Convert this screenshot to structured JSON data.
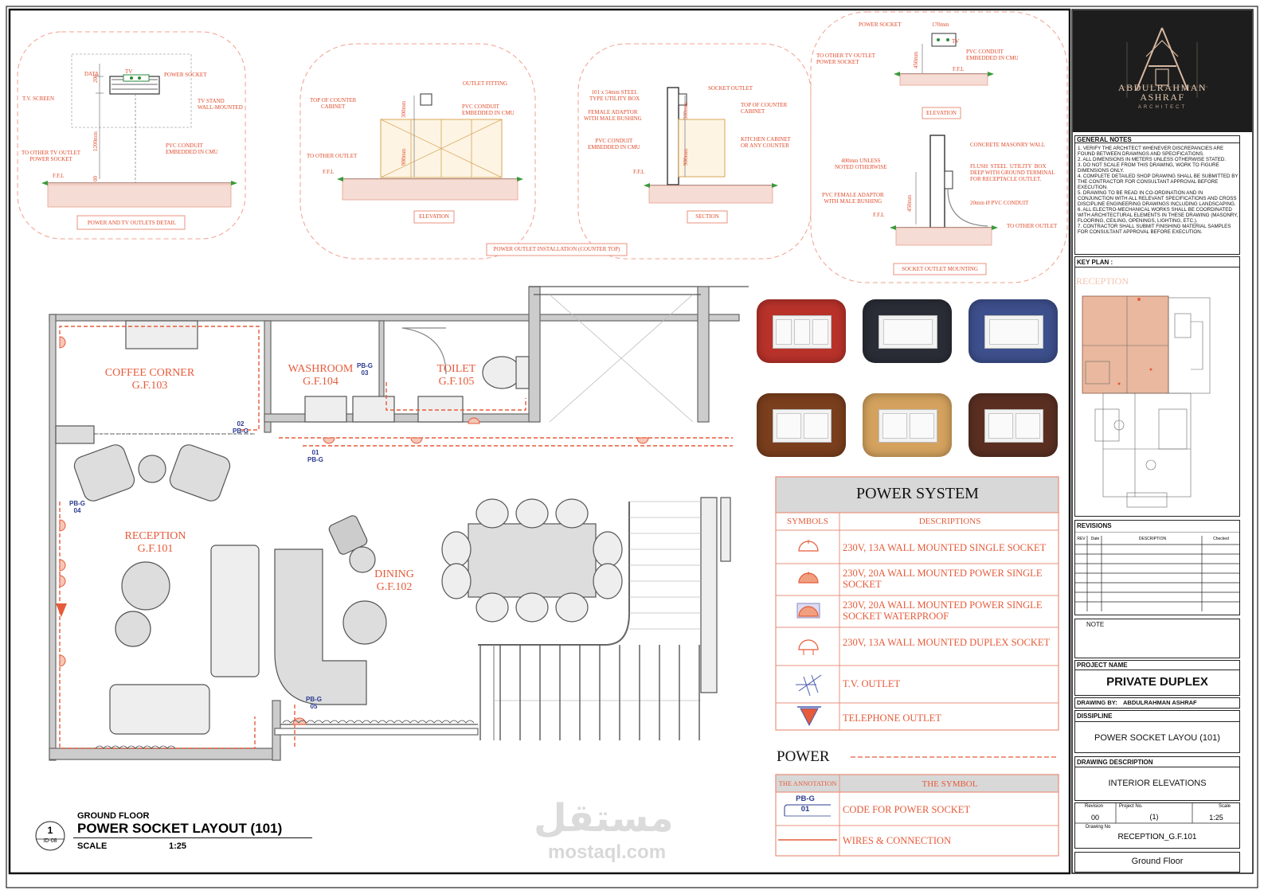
{
  "details": {
    "detail1": {
      "title": "POWER AND TV OUTLETS DETAIL",
      "labels": {
        "data": "DATA",
        "tv": "TV",
        "power_socket": "POWER SOCKET",
        "tv_screen": "T.V. SCREEN",
        "tv_stand": "TV STAND\nWALL-MOUNTED",
        "to_other": "TO OTHER TV OUTLET\nPOWER SOCKET",
        "pvc": "PVC CONDUIT\nEMBEDDED IN CMU",
        "ffl": "F.F.L",
        "dim_200": "200",
        "dim_1200": "1200mm",
        "dim_00": "00"
      }
    },
    "detail2": {
      "title": "ELEVATION",
      "labels": {
        "outlet_fitting": "OUTLET FITTING",
        "top_counter": "TOP OF COUNTER\nCABINET",
        "pvc": "PVC CONDUIT\nEMBEDDED IN CMU",
        "to_other": "TO OTHER OUTLET",
        "ffl": "F.F.L",
        "dim_300": "300mm",
        "dim_900": "900mm"
      }
    },
    "detail3": {
      "title": "SECTION",
      "labels": {
        "steel_box": "101 x 54mm STEEL\nTYPE UTILITY BOX",
        "socket_outlet": "SOCKET OUTLET",
        "female_adaptor": "FEMALE ADAPTOR\nWITH MALE BUSHING",
        "top_counter": "TOP OF COUNTER\nCABINET",
        "pvc": "PVC CONDUIT\nEMBEDDED IN CMU",
        "kitchen": "KITCHEN CABINET\nOR ANY COUNTER",
        "ffl": "F.F.L",
        "dim_300": "300mm",
        "dim_900": "900mm"
      }
    },
    "group_title": "POWER OUTLET INSTALLATION (COUNTER TOP)",
    "detail4": {
      "elevation_title": "ELEVATION",
      "mounting_title": "SOCKET OUTLET MOUNTING",
      "labels": {
        "power_socket": "POWER SOCKET",
        "dim_170": "170mm",
        "tv": "TV",
        "to_other": "TO OTHER TV OUTLET\nPOWER SOCKET",
        "pvc": "PVC CONDUIT\nEMBEDDED IN CMU",
        "ffl": "F.F.L",
        "dim_450": "450mm",
        "concrete": "CONCRETE MASONRY WALL",
        "dim_400": "400mm UNLESS\nNOTED OTHERWISE",
        "flush": "FLUSH  STEEL  UTILITY  BOX\nDEEP WITH GROUND TERMINAL\nFOR RECEPTACLE OUTLET.",
        "pvc_female": "PVC FEMALE ADAPTOR\nWITH MALE BUSHING",
        "pvc20": "20mm Ø PVC CONDUIT",
        "to_other_outlet": "TO OTHER OUTLET",
        "ffl2": "F.F.L",
        "dim_450b": "450mm"
      }
    }
  },
  "plan": {
    "rooms": [
      {
        "name": "COFFEE CORNER",
        "code": "G.F.103"
      },
      {
        "name": "WASHROOM",
        "code": "G.F.104"
      },
      {
        "name": "TOILET",
        "code": "G.F.105"
      },
      {
        "name": "RECEPTION",
        "code": "G.F.101"
      },
      {
        "name": "DINING",
        "code": "G.F.102"
      }
    ],
    "circuits": [
      {
        "code": "PB-G",
        "num": "03"
      },
      {
        "code": "PB-G",
        "num": "02"
      },
      {
        "code": "PB-G",
        "num": "01"
      },
      {
        "code": "PB-G",
        "num": "04"
      },
      {
        "code": "PB-G",
        "num": "05"
      }
    ]
  },
  "drawing_title": {
    "number": "1",
    "sheet_ref": "ID-08",
    "level": "GROUND FLOOR",
    "title": "POWER SOCKET LAYOUT (101)",
    "scale_label": "SCALE",
    "scale_value": "1:25"
  },
  "samples": {
    "colors": [
      "#b8322a",
      "#2a2d36",
      "#3d4f8c",
      "#7a3f1d",
      "#d4a25e",
      "#5a2f22"
    ],
    "switch_counts": [
      3,
      1,
      1,
      2,
      2,
      2
    ]
  },
  "legend": {
    "title": "POWER SYSTEM",
    "col_symbols": "SYMBOLS",
    "col_descriptions": "DESCRIPTIONS",
    "rows": [
      {
        "symbol": "single-socket-icon",
        "desc": "230V, 13A WALL MOUNTED SINGLE SOCKET"
      },
      {
        "symbol": "power-socket-20a-icon",
        "desc": "230V, 20A WALL MOUNTED POWER SINGLE SOCKET"
      },
      {
        "symbol": "waterproof-socket-icon",
        "desc": "230V, 20A WALL MOUNTED POWER SINGLE SOCKET WATERPROOF"
      },
      {
        "symbol": "duplex-socket-icon",
        "desc": "230V, 13A WALL MOUNTED DUPLEX SOCKET"
      },
      {
        "symbol": "tv-outlet-icon",
        "desc": "T.V.   OUTLET"
      },
      {
        "symbol": "telephone-outlet-icon",
        "desc": "TELEPHONE OUTLET"
      }
    ],
    "power_heading": "POWER",
    "annotation_header_left": "THE ANNOTATION",
    "annotation_header_right": "THE SYMBOL",
    "annotation_rows": [
      {
        "code": "PB-G",
        "num": "01",
        "desc": "CODE FOR POWER SOCKET"
      },
      {
        "desc": "WIRES & CONNECTION"
      }
    ]
  },
  "title_block": {
    "logo_name": "ABDULRAHMAN\nASHRAF",
    "logo_sub": "ARCHITECT",
    "general_notes_title": "GENERAL NOTES",
    "general_notes": [
      "1.  VERIFY THE ARCHITECT WHENEVER DISCREPANCIES ARE FOUND BETWEEN DRAWINGS AND SPECIFICATIONS.",
      "2.  ALL DIMENSIONS IN METERS UNLESS OTHERWISE STATED.",
      "3.  DO NOT SCALE FROM THIS DRAWING, WORK TO FIGURE DIMENSIONS ONLY.",
      "4.  COMPLETE DETAILED SHOP DRAWING SHALL BE SUBMITTED BY THE CONTRACTOR FOR CONSULTANT APPROVAL BEFORE EXECUTION.",
      "5.  DRAWING TO BE READ IN CO-ORDINATION AND IN CONJUNCTION WITH ALL RELEVANT SPECIFICATIONS AND CROSS DISCIPLINE ENGINEERING DRAWINGS INCLUDING LANDSCAPING.",
      "6.  ALL ELECTRO-MECHANICAL WORKS SHALL BE COORDINATED WITH ARCHITECTURAL ELEMENTS IN THESE DRAWING (MASONRY, FLOORING, CEILING, OPENINGS, LIGHTING, ETC.).",
      "7.  CONTRACTOR SHALL SUBMIT FINISHING MATERIAL SAMPLES FOR CONSULTANT APPROVAL BEFORE EXECUTION."
    ],
    "key_plan_label": "KEY PLAN :",
    "key_plan_highlight": "RECEPTION",
    "revisions_label": "REVISIONS",
    "rev_cols": [
      "REV",
      "Date",
      "DESCRIPTION",
      "Checked"
    ],
    "note_label": "NOTE",
    "project_name_label": "PROJECT NAME",
    "project_name": "PRIVATE DUPLEX",
    "drawing_by_label": "DRAWING BY:",
    "drawing_by": "ABDULRAHMAN ASHRAF",
    "discipline_label": "DISSIPLINE",
    "discipline": "POWER SOCKET LAYOU (101)",
    "drawing_description_label": "DRAWING DESCRIPTION",
    "drawing_description": "INTERIOR ELEVATIONS",
    "revision_label": "Revision",
    "revision": "00",
    "project_no_label": "Project No.",
    "project_no": "(1)",
    "scale_label": "Scale",
    "scale": "1:25",
    "drawing_no_label": "Drawing No",
    "drawing_no": "RECEPTION_G.F.101",
    "floor": "Ground Floor"
  },
  "watermark": {
    "arabic": "مستقل",
    "latin": "mostaql.com"
  },
  "colors": {
    "accent": "#e65b3a",
    "circuit": "#2b3a8f",
    "highlight": "#e9b89e",
    "title_bg": "#1d1d1d",
    "gold": "#c8a27a"
  }
}
